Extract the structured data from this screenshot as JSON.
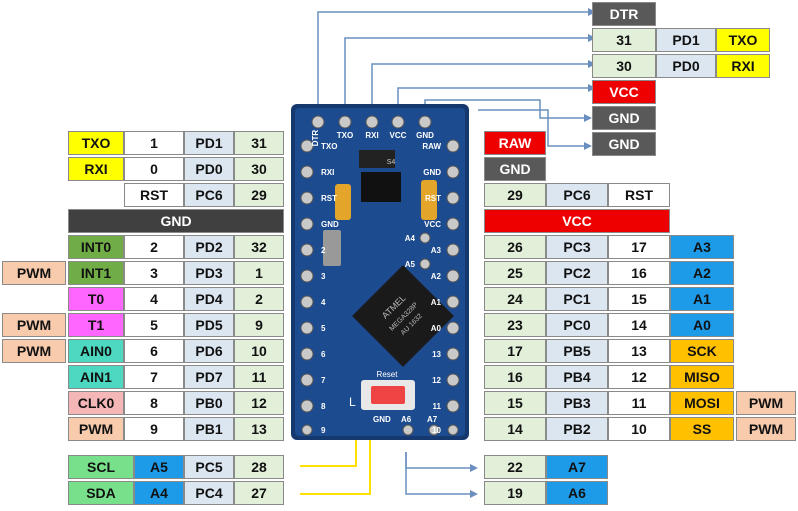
{
  "top_right": {
    "dtr": "DTR",
    "rows": [
      {
        "pin": "31",
        "port": "PD1",
        "fn": "TXO"
      },
      {
        "pin": "30",
        "port": "PD0",
        "fn": "RXI"
      }
    ],
    "vcc": "VCC",
    "gnd1": "GND",
    "gnd2": "GND"
  },
  "left": {
    "rows_top": [
      {
        "fn": "TXO",
        "num": "1",
        "port": "PD1",
        "pin": "31"
      },
      {
        "fn": "RXI",
        "num": "0",
        "port": "PD0",
        "pin": "30"
      }
    ],
    "rst_row": {
      "label": "RST",
      "port": "PC6",
      "pin": "29"
    },
    "gnd": "GND",
    "rows": [
      {
        "extra": "",
        "fn": "INT0",
        "num": "2",
        "port": "PD2",
        "pin": "32"
      },
      {
        "extra": "PWM",
        "fn": "INT1",
        "num": "3",
        "port": "PD3",
        "pin": "1"
      },
      {
        "extra": "",
        "fn": "T0",
        "num": "4",
        "port": "PD4",
        "pin": "2"
      },
      {
        "extra": "PWM",
        "fn": "T1",
        "num": "5",
        "port": "PD5",
        "pin": "9"
      },
      {
        "extra": "PWM",
        "fn": "AIN0",
        "num": "6",
        "port": "PD6",
        "pin": "10"
      },
      {
        "extra": "",
        "fn": "AIN1",
        "num": "7",
        "port": "PD7",
        "pin": "11"
      },
      {
        "extra": "",
        "fn": "CLK0",
        "num": "8",
        "port": "PB0",
        "pin": "12"
      },
      {
        "extra": "",
        "fn": "PWM",
        "num": "9",
        "port": "PB1",
        "pin": "13"
      }
    ],
    "i2c": [
      {
        "fn": "SCL",
        "a": "A5",
        "port": "PC5",
        "pin": "28"
      },
      {
        "fn": "SDA",
        "a": "A4",
        "port": "PC4",
        "pin": "27"
      }
    ]
  },
  "right": {
    "raw": "RAW",
    "gnd": "GND",
    "rst_row": {
      "pin": "29",
      "port": "PC6",
      "label": "RST"
    },
    "vcc": "VCC",
    "rows": [
      {
        "pin": "26",
        "port": "PC3",
        "num": "17",
        "fn": "A3",
        "extra": ""
      },
      {
        "pin": "25",
        "port": "PC2",
        "num": "16",
        "fn": "A2",
        "extra": ""
      },
      {
        "pin": "24",
        "port": "PC1",
        "num": "15",
        "fn": "A1",
        "extra": ""
      },
      {
        "pin": "23",
        "port": "PC0",
        "num": "14",
        "fn": "A0",
        "extra": ""
      },
      {
        "pin": "17",
        "port": "PB5",
        "num": "13",
        "fn": "SCK",
        "extra": ""
      },
      {
        "pin": "16",
        "port": "PB4",
        "num": "12",
        "fn": "MISO",
        "extra": ""
      },
      {
        "pin": "15",
        "port": "PB3",
        "num": "11",
        "fn": "MOSI",
        "extra": "PWM"
      },
      {
        "pin": "14",
        "port": "PB2",
        "num": "10",
        "fn": "SS",
        "extra": "PWM"
      }
    ],
    "analog": [
      {
        "pin": "22",
        "fn": "A7"
      },
      {
        "pin": "19",
        "fn": "A6"
      }
    ]
  },
  "board": {
    "top_labels": [
      "DTR",
      "TXO",
      "RXI",
      "VCC",
      "GND"
    ],
    "left_labels": [
      "TXO",
      "RXI",
      "RST",
      "GND",
      "2",
      "3",
      "4",
      "5",
      "6",
      "7",
      "8",
      "9"
    ],
    "right_labels": [
      "RAW",
      "GND",
      "RST",
      "VCC",
      "A3",
      "A2",
      "A1",
      "A0",
      "13",
      "12",
      "11",
      "10"
    ],
    "inner_labels": [
      "A4",
      "A5"
    ],
    "bottom_labels": [
      "GND",
      "A6",
      "A7"
    ],
    "chip_lines": [
      "ATMEL",
      "MEGA328P",
      "AU 1632"
    ],
    "reset_label": "Reset",
    "regulator_code": "S4",
    "brand": "L"
  }
}
